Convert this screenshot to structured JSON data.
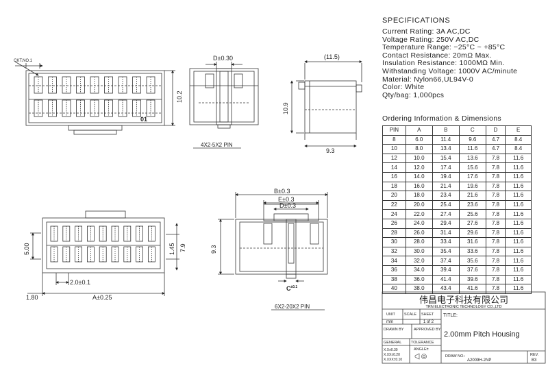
{
  "specs": {
    "title": "SPECIFICATIONS",
    "lines": [
      "Current Rating: 3A AC,DC",
      "Voltage Rating: 250V AC,DC",
      "Temperature Range: −25°C ~ +85°C",
      "Contact Resistance: 20mΩ Max.",
      "Insulation Resistance: 1000MΩ Min.",
      "Withstanding Voltage: 1000V AC/minute",
      "Material: Nylon66,UL94V-0",
      "Color: White",
      "Qty/bag: 1,000pcs"
    ]
  },
  "ordering": {
    "title": "Ordering Information & Dimensions",
    "headers": [
      "PIN",
      "A",
      "B",
      "C",
      "D",
      "E"
    ],
    "rows": [
      [
        "8",
        "6.0",
        "11.4",
        "9.6",
        "4.7",
        "8.4"
      ],
      [
        "10",
        "8.0",
        "13.4",
        "11.6",
        "4.7",
        "8.4"
      ],
      [
        "12",
        "10.0",
        "15.4",
        "13.6",
        "7.8",
        "11.6"
      ],
      [
        "14",
        "12.0",
        "17.4",
        "15.6",
        "7.8",
        "11.6"
      ],
      [
        "16",
        "14.0",
        "19.4",
        "17.6",
        "7.8",
        "11.6"
      ],
      [
        "18",
        "16.0",
        "21.4",
        "19.6",
        "7.8",
        "11.6"
      ],
      [
        "20",
        "18.0",
        "23.4",
        "21.6",
        "7.8",
        "11.6"
      ],
      [
        "22",
        "20.0",
        "25.4",
        "23.6",
        "7.8",
        "11.6"
      ],
      [
        "24",
        "22.0",
        "27.4",
        "25.6",
        "7.8",
        "11.6"
      ],
      [
        "26",
        "24.0",
        "29.4",
        "27.6",
        "7.8",
        "11.6"
      ],
      [
        "28",
        "26.0",
        "31.4",
        "29.6",
        "7.8",
        "11.6"
      ],
      [
        "30",
        "28.0",
        "33.4",
        "31.6",
        "7.8",
        "11.6"
      ],
      [
        "32",
        "30.0",
        "35.4",
        "33.6",
        "7.8",
        "11.6"
      ],
      [
        "34",
        "32.0",
        "37.4",
        "35.6",
        "7.8",
        "11.6"
      ],
      [
        "36",
        "34.0",
        "39.4",
        "37.6",
        "7.8",
        "11.6"
      ],
      [
        "38",
        "36.0",
        "41.4",
        "39.6",
        "7.8",
        "11.6"
      ],
      [
        "40",
        "38.0",
        "43.4",
        "41.6",
        "7.8",
        "11.6"
      ]
    ]
  },
  "drawing": {
    "ckt_label": "CKT.NO.1",
    "top_view_01": "01",
    "dim_10_2": "10.2",
    "dim_d_030": "D±0.30",
    "dim_11_5": "(11.5)",
    "dim_10_9": "10.9",
    "dim_9_3_top": "9.3",
    "caption_top": "4X2-5X2 PIN",
    "dim_b": "B±0.3",
    "dim_e": "E±0.3",
    "dim_d_03": "D±0.3",
    "dim_9_3_side": "9.3",
    "dim_c": "C",
    "dim_c_tol": "±0.1",
    "dim_5_00": "5.00",
    "dim_1_45": "1.45",
    "dim_7_9": "7.9",
    "dim_2_0": "2.0±0.1",
    "dim_1_80": "1.80",
    "dim_a": "A±0.25",
    "caption_bottom": "6X2-20X2 PIN"
  },
  "title_block": {
    "company_cn": "伟昌电子科技有限公司",
    "company_en": "TRN ELECTRONIC TECHNOLOGY CO.,LTD",
    "unit_label": "UNIT",
    "unit_value": "mm",
    "scale_label": "SCALE",
    "sheet_label": "SHEET",
    "sheet_value": "1 of 2",
    "title_label": "TITLE:",
    "title_value": "2.00mm Pitch Housing",
    "drawn_by": "DRAWN BY",
    "approved_by": "APPROVED BY",
    "general_label": "GENERAL",
    "tolerance_label": "TOLERANCE",
    "tol_x": "X.X±0.30",
    "tol_xx": "X.XX±0.20",
    "tol_xxx": "X.XXX±0.10",
    "angle_label": "ANGLE±",
    "draw_no_label": "DRAW NO.:",
    "draw_no_value": "A2009H-2NP",
    "rev_label": "REV.",
    "rev_value": "B3"
  }
}
